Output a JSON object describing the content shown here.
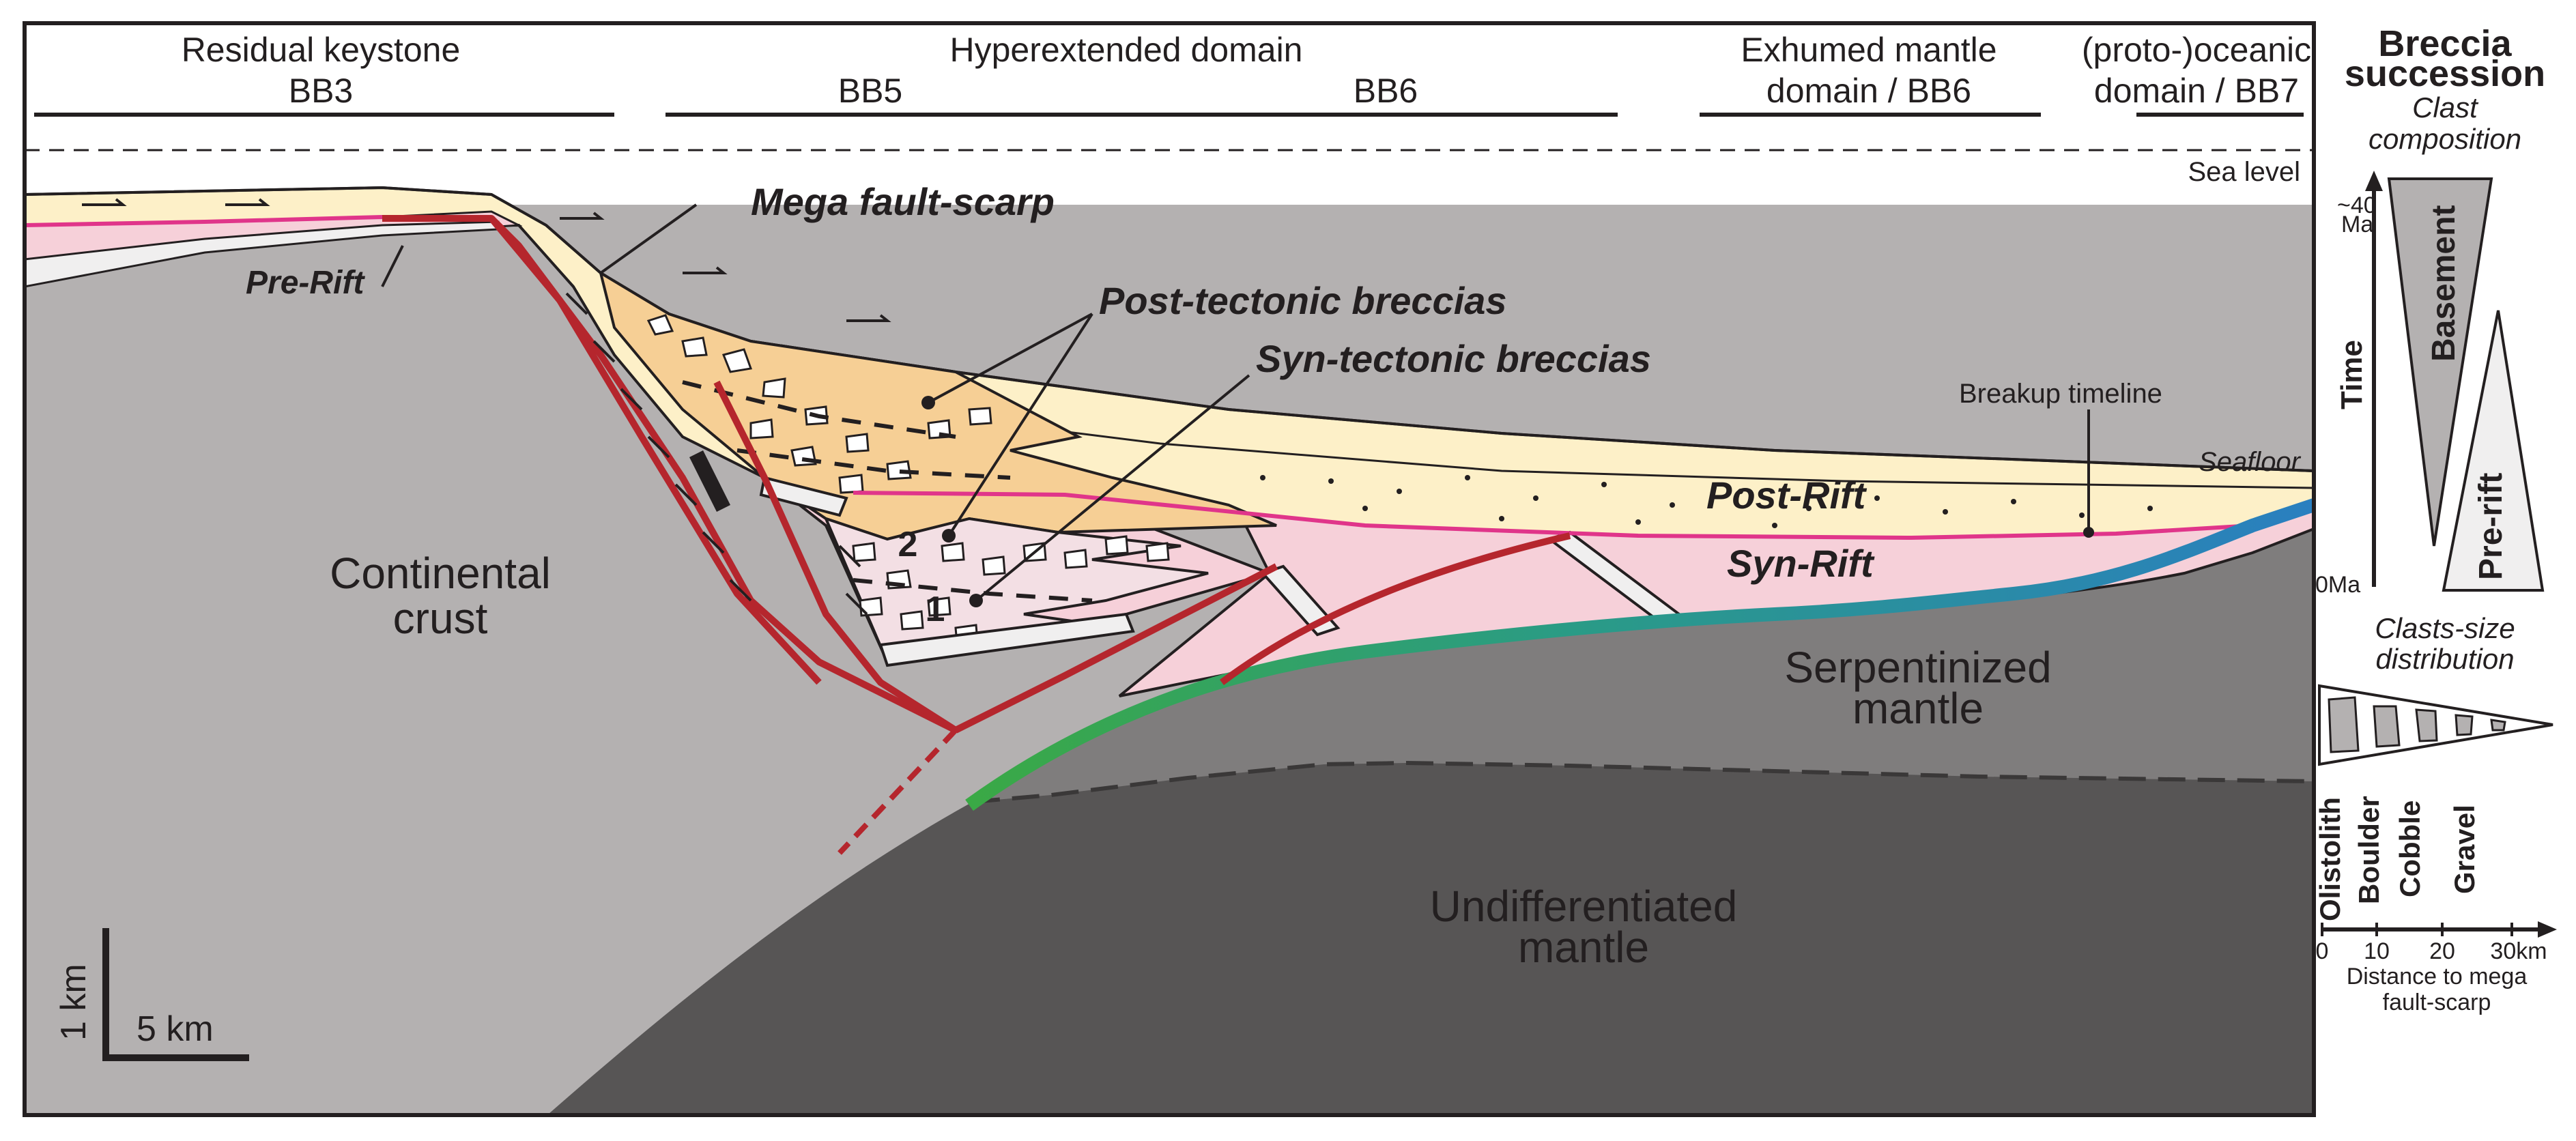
{
  "header": {
    "residual_keystone": "Residual keystone",
    "bb3": "BB3",
    "hyperextended": "Hyperextended domain",
    "bb5": "BB5",
    "bb6": "BB6",
    "exhumed_line1": "Exhumed mantle",
    "exhumed_line2": "domain / BB6",
    "oceanic_line1": "(proto-)oceanic",
    "oceanic_line2": "domain / BB7"
  },
  "section": {
    "sea_level": "Sea level",
    "mega_fault_scarp": "Mega fault-scarp",
    "post_tectonic": "Post-tectonic breccias",
    "syn_tectonic": "Syn-tectonic breccias",
    "breakup_timeline": "Breakup timeline",
    "seafloor": "Seafloor",
    "post_rift": "Post-Rift",
    "syn_rift": "Syn-Rift",
    "pre_rift": "Pre-Rift",
    "continental_1": "Continental",
    "continental_2": "crust",
    "serpentinized_1": "Serpentinized",
    "serpentinized_2": "mantle",
    "undiff_1": "Undifferentiated",
    "undiff_2": "mantle",
    "marker_1": "1",
    "marker_2": "2",
    "scale_vertical": "1 km",
    "scale_horizontal": "5 km"
  },
  "legend": {
    "title_1": "Breccia",
    "title_2": "succession",
    "clast_1": "Clast",
    "clast_2": "composition",
    "age_top_1": "~40",
    "age_top_2": "Ma",
    "time": "Time",
    "age_bottom": "0Ma",
    "basement": "Basement",
    "pre_rift": "Pre-rift",
    "size_1": "Clasts-size",
    "size_2": "distribution",
    "olistolith": "Olistolith",
    "boulder": "Boulder",
    "cobble": "Cobble",
    "gravel": "Gravel",
    "tick_0": "0",
    "tick_10": "10",
    "tick_20": "20",
    "tick_30": "30km",
    "distance_1": "Distance to mega",
    "distance_2": "fault-scarp"
  },
  "colors": {
    "crust": "#b4b1b1",
    "serpentinized": "#7f7d7d",
    "undifferentiated": "#575555",
    "post_rift": "#fdf0c8",
    "syn_rift": "#f6d0d9",
    "breccia_fill": "#f6cf95",
    "fault": "#b5262d",
    "exhumation": "#3aa945",
    "ocean": "#2a7fc0",
    "breakup": "#e0358a"
  }
}
